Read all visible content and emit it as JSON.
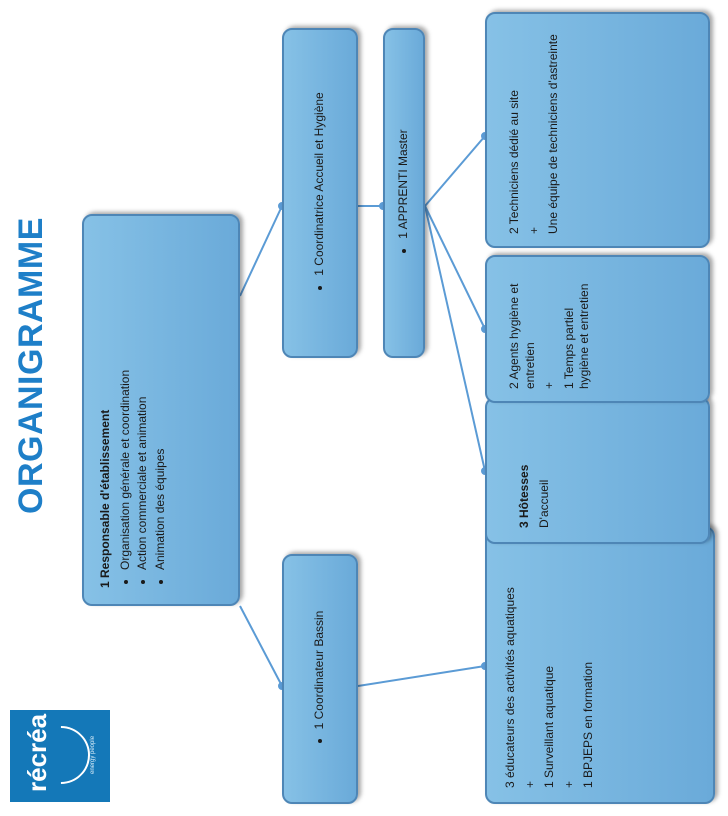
{
  "title": "ORGANIGRAMME",
  "logo": {
    "text": "récréa",
    "brand_color": "#1478b8",
    "tagline": "energy people"
  },
  "colors": {
    "box_fill": "#86c1e6",
    "box_border": "#4e86b6",
    "title": "#1e7fc8",
    "connector": "#5b9bd5"
  },
  "director": {
    "title": "1 Responsable d'établissement",
    "items": [
      "Organisation générale et coordination",
      "Action commerciale et animation",
      "Animation des équipes"
    ]
  },
  "coordinateur_bassin": {
    "label": "1 Coordinateur Bassin"
  },
  "coordinatrice_accueil": {
    "label": "1 Coordinatrice Accueil et Hygiène"
  },
  "apprenti": {
    "label": "1 APPRENTI Master"
  },
  "aquatic_team": {
    "line1": "3 éducateurs des activités aquatiques",
    "plus1": "+",
    "line2": "1 Surveillant aquatique",
    "plus2": "+",
    "line3": "1 BPJEPS en formation"
  },
  "hotesses": {
    "line1": "3 Hôtesses",
    "line2": "D'accueil"
  },
  "hygiene": {
    "line1": "2 Agents hygiène et entretien",
    "plus": "+",
    "line2": "1 Temps partiel hygiène et entretien"
  },
  "techniciens": {
    "line1": "2 Techniciens dédié au site",
    "plus": "+",
    "line2": "Une équipe de techniciens d'astreinte"
  }
}
